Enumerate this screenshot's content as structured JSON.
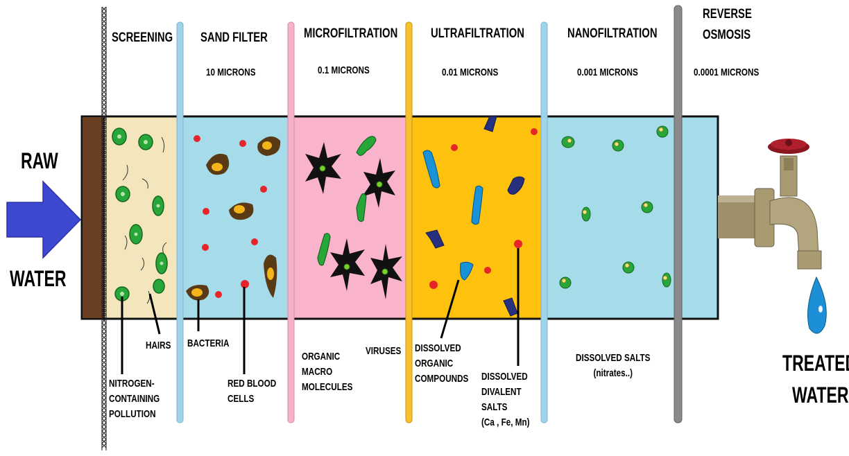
{
  "inlet": {
    "line1": "RAW",
    "line2": "WATER"
  },
  "outlet": {
    "line1": "TREATED",
    "line2": "WATER"
  },
  "stages": [
    {
      "name": "SCREENING",
      "size": ""
    },
    {
      "name": "SAND FILTER",
      "size": "10 MICRONS"
    },
    {
      "name": "MICROFILTRATION",
      "size": "0.1 MICRONS"
    },
    {
      "name": "ULTRAFILTRATION",
      "size": "0.01 MICRONS"
    },
    {
      "name": "NANOFILTRATION",
      "size": "0.001 MICRONS"
    },
    {
      "name": "REVERSE\nOSMOSIS",
      "size": "0.0001 MICRONS"
    }
  ],
  "contaminants": {
    "hairs": "HAIRS",
    "nitrogen": "NITROGEN-\nCONTAINING\nPOLLUTION",
    "bacteria": "BACTERIA",
    "red_blood_cells": "RED BLOOD\nCELLS",
    "organic_macro": "ORGANIC\nMACRO\nMOLECULES",
    "viruses": "VIRUSES",
    "dissolved_organic": "DISSOLVED\nORGANIC\nCOMPOUNDS",
    "divalent_salts": "DISSOLVED\nDIVALENT\nSALTS\n(Ca , Fe, Mn)",
    "dissolved_salts": "DISSOLVED SALTS\n(nitrates..)"
  },
  "colors": {
    "screening": "#f3e6bd",
    "sand_filter": "#a6dbea",
    "microfiltration": "#f9b3cc",
    "ultrafiltration": "#fdc10e",
    "nanofiltration": "#a6dbea",
    "inlet_plate": "#6b3f22",
    "arrow": "#3d47cf",
    "green_particle": "#27a63a",
    "red_particle": "#e5252a",
    "brown_particle": "#5a3a14",
    "yellow_core": "#f4b41a",
    "blue_compound": "#1a92d8",
    "navy_salt": "#27307e"
  },
  "icons": [
    "right-arrow-icon",
    "faucet-icon",
    "water-drop-icon"
  ]
}
